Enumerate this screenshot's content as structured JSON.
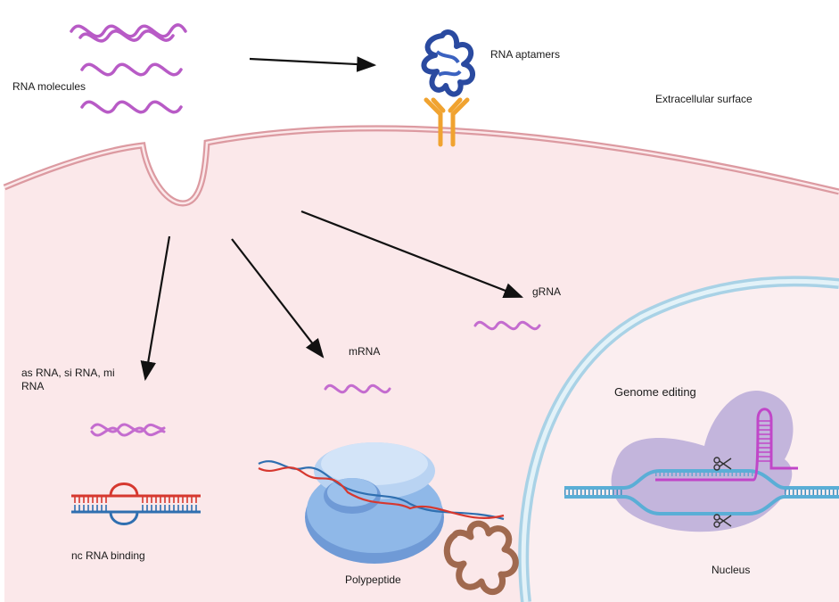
{
  "labels": {
    "rna_molecules": "RNA molecules",
    "rna_aptamers": "RNA aptamers",
    "extracellular_surface": "Extracellular surface",
    "gRNA": "gRNA",
    "mRNA": "mRNA",
    "as_si_mi_rna": "as RNA, si RNA, mi RNA",
    "genome_editing": "Genome editing",
    "nc_rna_binding": "nc RNA binding",
    "polypeptide": "Polypeptide",
    "nucleus": "Nucleus"
  },
  "colors": {
    "cytoplasm": "#fbe8ea",
    "membrane": "#dc9aa1",
    "rna": "#b85bc6",
    "nucleus_envelope": "#a9d2e6",
    "dna": "#5aaed6",
    "ribosome": "#8fb8e8",
    "cas9": "#b0a2d6",
    "polypeptide": "#a0694f",
    "aptamer": "#2a4aa0",
    "receptor": "#f0a330"
  }
}
